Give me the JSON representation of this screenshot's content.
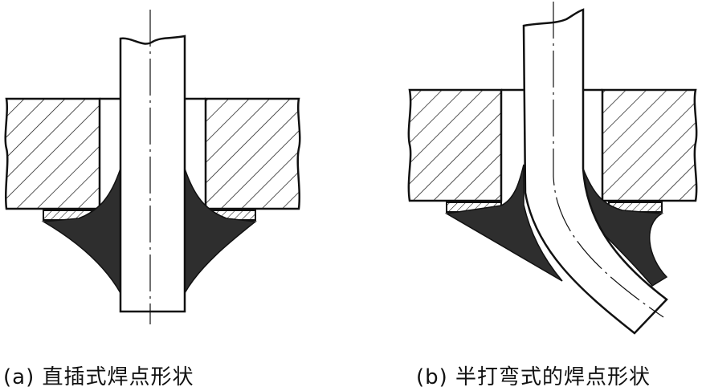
{
  "figures": [
    {
      "id": "a",
      "caption": "(a) 直插式焊点形状"
    },
    {
      "id": "b",
      "caption": "(b) 半打弯式的焊点形状"
    }
  ],
  "colors": {
    "line": "#111111",
    "solder": "#2e2e2e",
    "background": "#ffffff"
  }
}
